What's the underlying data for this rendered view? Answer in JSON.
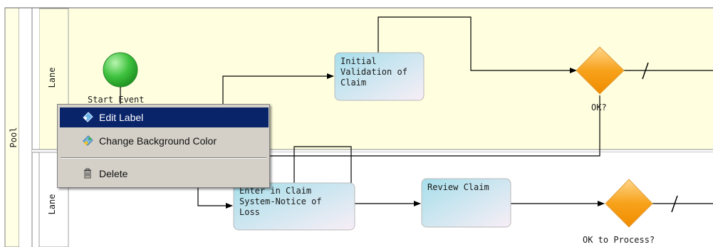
{
  "diagram": {
    "pool_label": "Pool",
    "lanes": [
      {
        "label": "Lane"
      },
      {
        "label": "Lane"
      }
    ],
    "start_event": {
      "label": "Start Event"
    },
    "tasks": [
      {
        "label": "Initial\nValidation of\nClaim"
      },
      {
        "label": "Enter in Claim\nSystem-Notice of\nLoss"
      },
      {
        "label": "Review Claim"
      }
    ],
    "gateways": [
      {
        "label": "OK?"
      },
      {
        "label": "OK to Process?"
      }
    ],
    "colors": {
      "lane_fill": "#ffffe0",
      "task_fill_start": "#b0e4ee",
      "task_fill_end": "#f7ecf4",
      "gateway_fill": "#f7a21b",
      "start_fill": "#3cc23c",
      "menu_highlight": "#0a246a"
    }
  },
  "context_menu": {
    "items": [
      {
        "label": "Edit Label",
        "icon": "edit-label-icon",
        "highlighted": true
      },
      {
        "label": "Change Background Color",
        "icon": "paint-icon",
        "highlighted": false
      },
      {
        "label": "Delete",
        "icon": "delete-icon",
        "highlighted": false
      }
    ]
  }
}
